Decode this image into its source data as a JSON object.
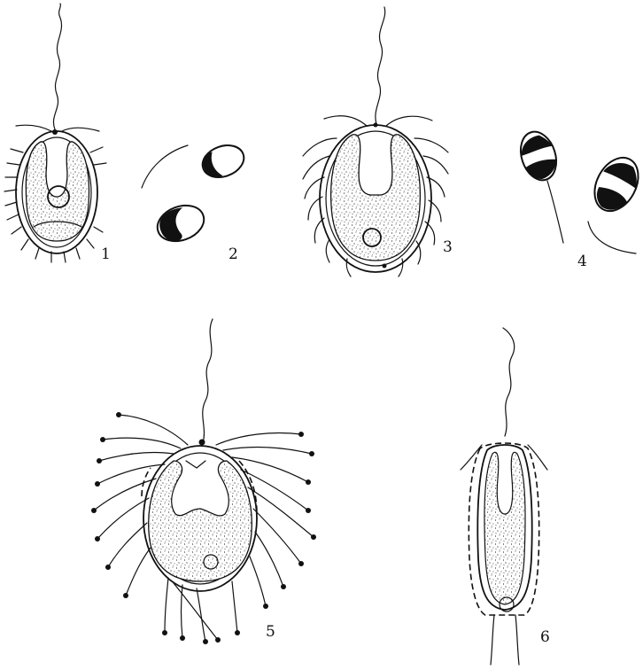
{
  "figures": [
    {
      "id": "1",
      "label": "1"
    },
    {
      "id": "2",
      "label": "2"
    },
    {
      "id": "3",
      "label": "3"
    },
    {
      "id": "4",
      "label": "4"
    },
    {
      "id": "5",
      "label": "5"
    },
    {
      "id": "6",
      "label": "6"
    }
  ],
  "colors": {
    "ink": "#111111",
    "paper": "#ffffff"
  }
}
